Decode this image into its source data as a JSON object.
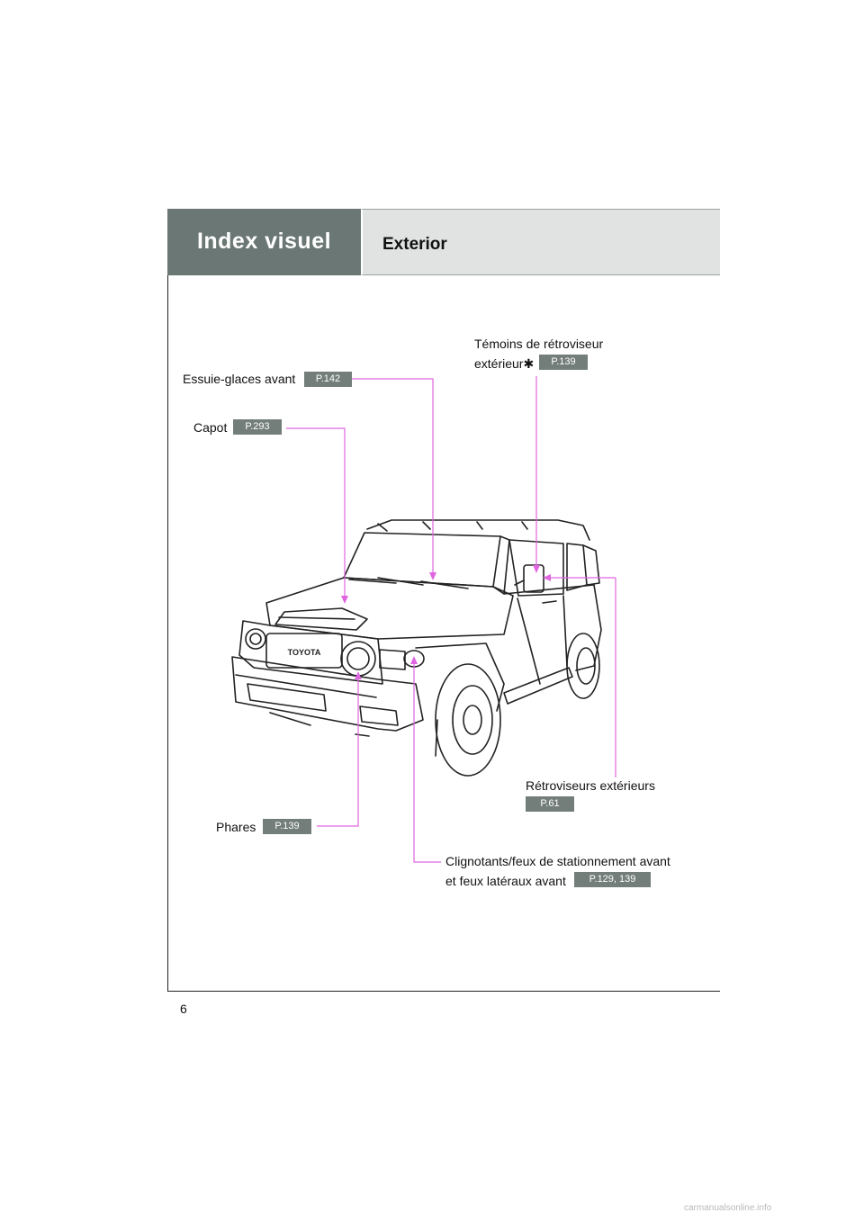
{
  "header": {
    "section": "Index visuel",
    "title": "Exterior"
  },
  "callouts": {
    "temoins": {
      "line1": "Témoins de rétroviseur",
      "line2": "extérieur",
      "asterisk": "✱",
      "page": "P.139"
    },
    "essuie": {
      "label": "Essuie-glaces avant",
      "page": "P.142"
    },
    "capot": {
      "label": "Capot",
      "page": "P.293"
    },
    "retro": {
      "label": "Rétroviseurs extérieurs",
      "page": "P.61"
    },
    "phares": {
      "label": "Phares",
      "page": "P.139"
    },
    "clignotants": {
      "line1": "Clignotants/feux de stationnement avant",
      "line2": "et feux latéraux avant",
      "page": "P.129, 139"
    }
  },
  "illustration": {
    "grille_text": "TOYOTA"
  },
  "page_number": "6",
  "watermark": "carmanualsonline.info",
  "colors": {
    "callout_line": "#e066e0",
    "badge": "#737e7b",
    "header_dark": "#6b7774",
    "header_light": "#e1e3e2"
  }
}
